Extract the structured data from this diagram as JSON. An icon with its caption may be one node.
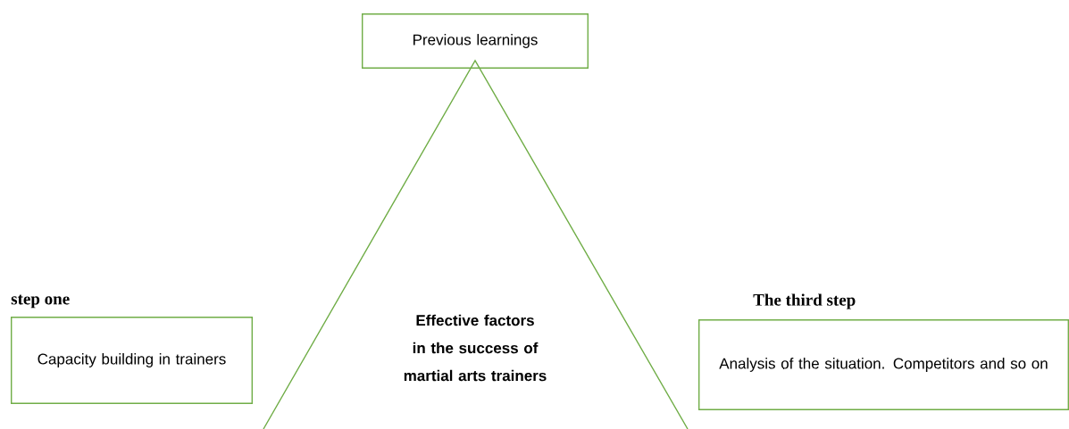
{
  "diagram": {
    "nodes": [
      {
        "text": [
          "Previous learnings"
        ]
      },
      {
        "text": [
          "Effective factors in the success of martial arts trainers"
        ]
      },
      {
        "text": [
          "step one",
          "Capacity building in trainers"
        ]
      },
      {
        "text": [
          "The third step",
          "Analysis of the situation. Competitors and so on"
        ]
      }
    ]
  }
}
